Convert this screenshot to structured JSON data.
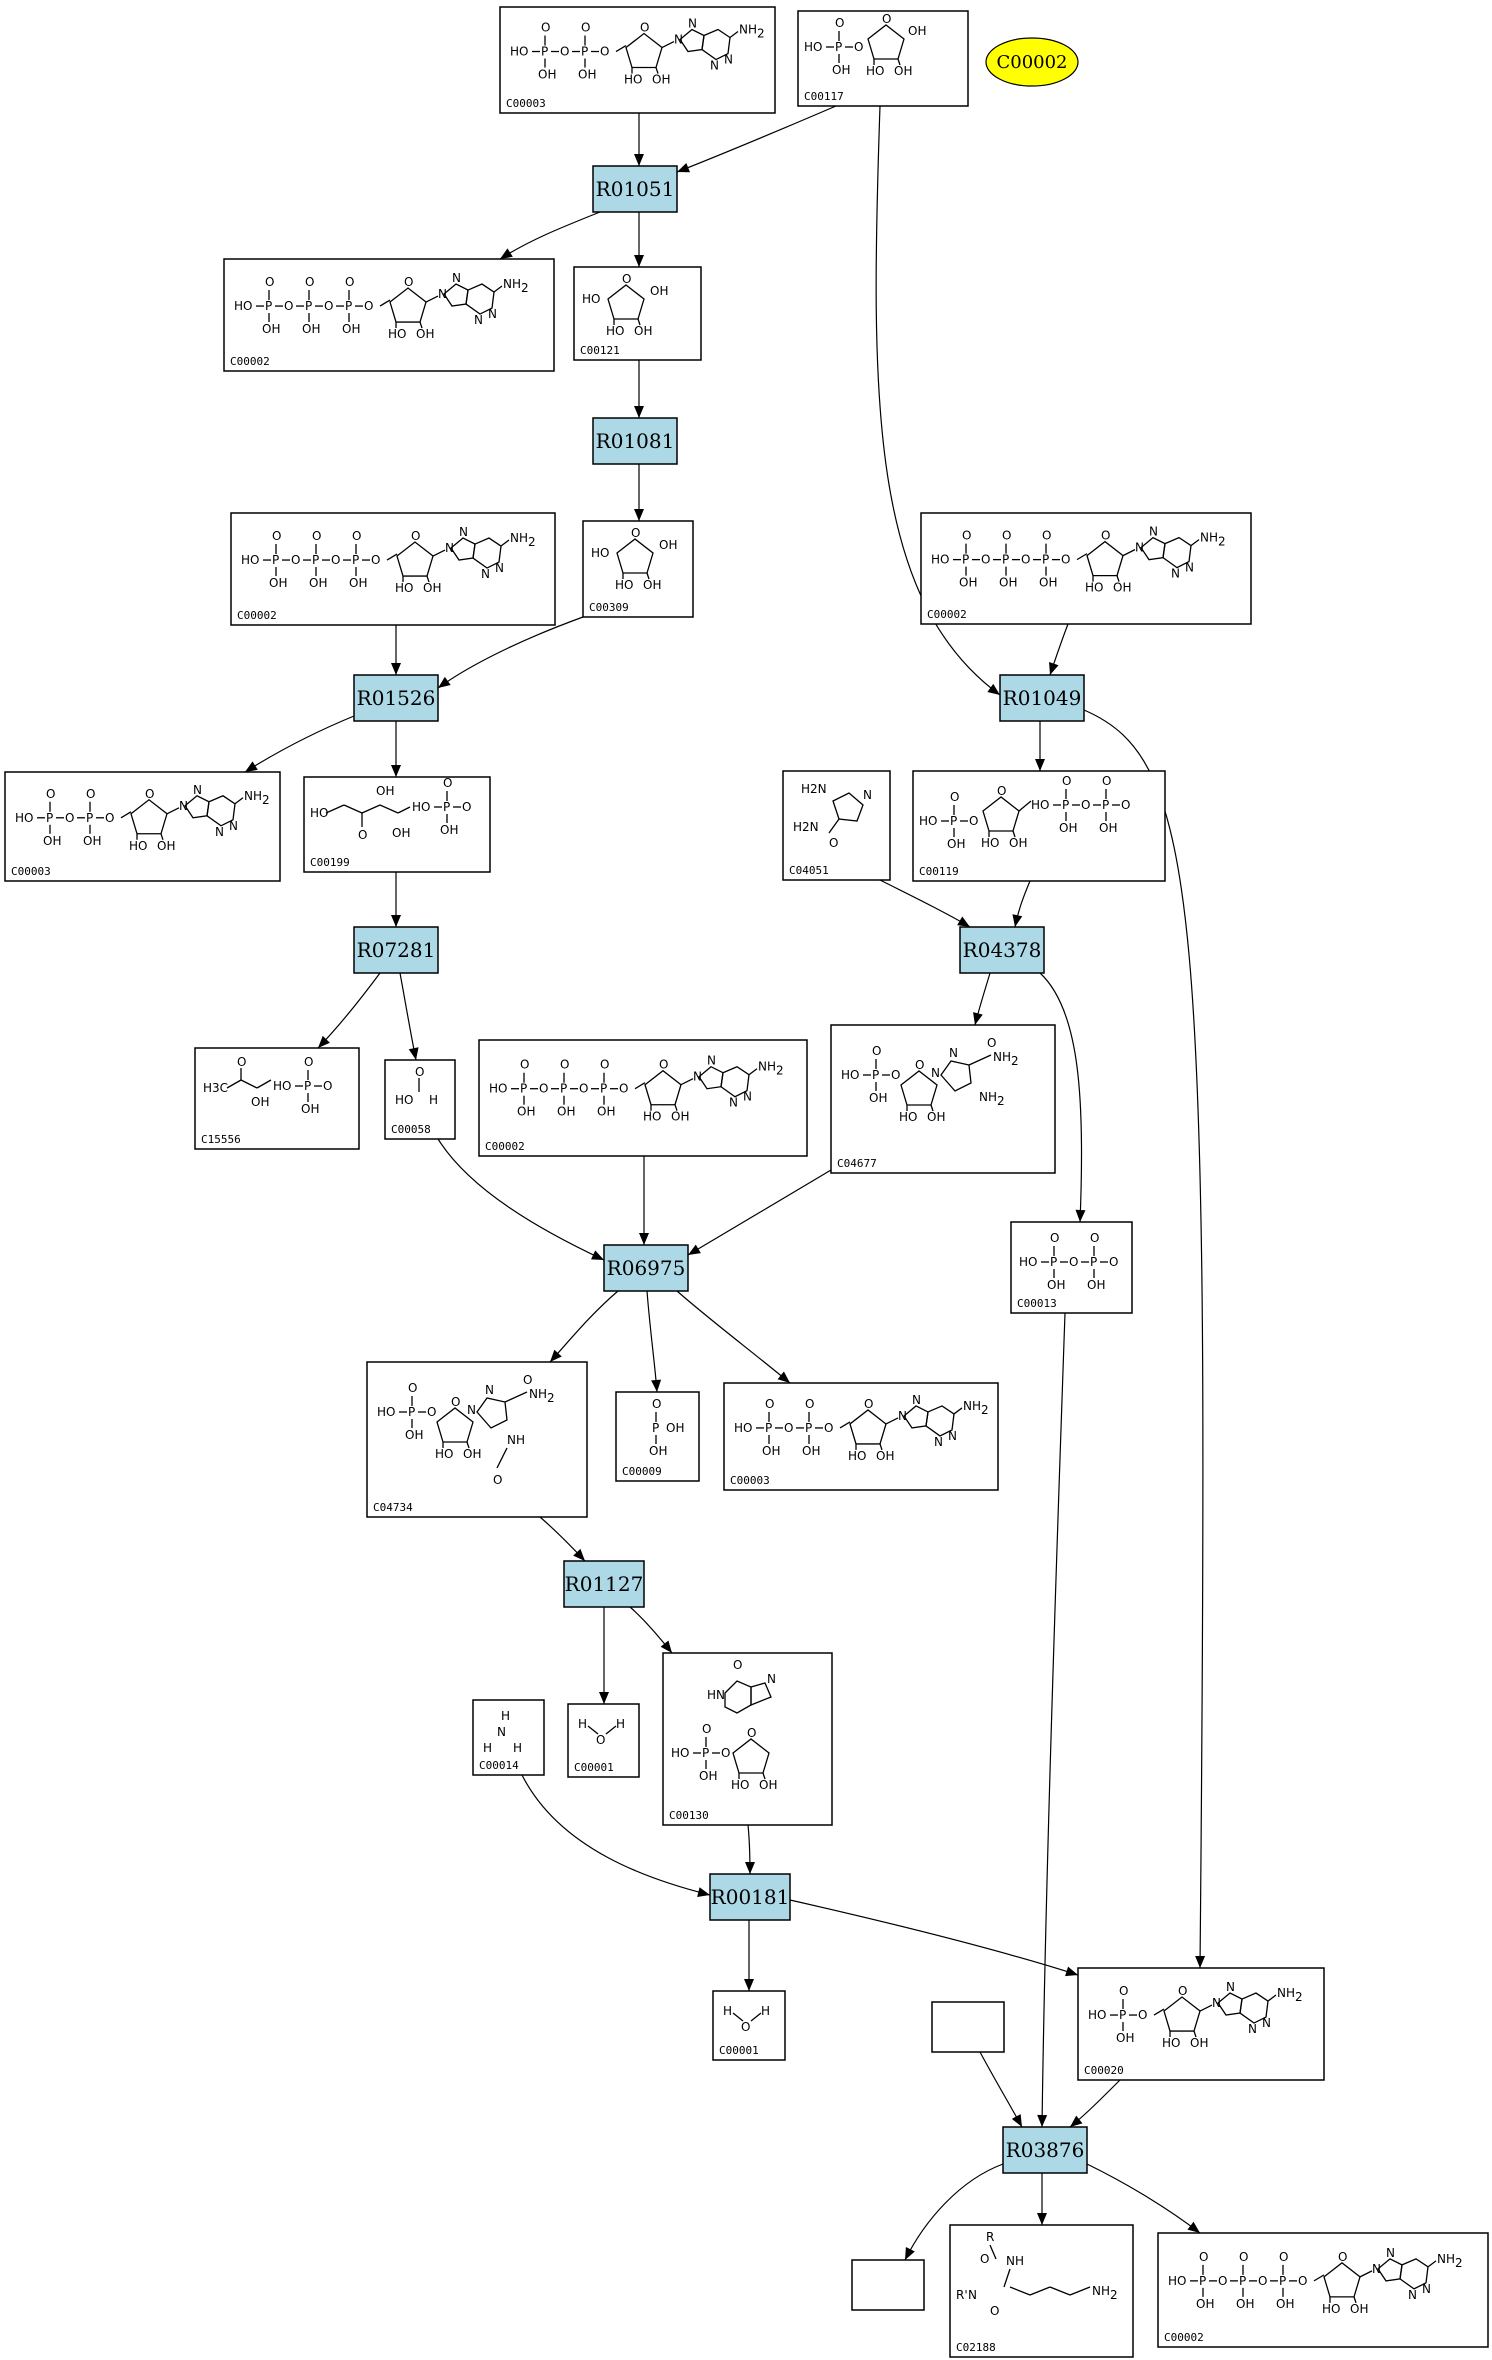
{
  "highlight": {
    "label": "C00002"
  },
  "reactions": [
    {
      "id": "r1",
      "label": "R01051"
    },
    {
      "id": "r2",
      "label": "R01081"
    },
    {
      "id": "r3",
      "label": "R01526"
    },
    {
      "id": "r4",
      "label": "R07281"
    },
    {
      "id": "r5",
      "label": "R06975"
    },
    {
      "id": "r6",
      "label": "R01127"
    },
    {
      "id": "r7",
      "label": "R00181"
    },
    {
      "id": "r8",
      "label": "R01049"
    },
    {
      "id": "r9",
      "label": "R04378"
    },
    {
      "id": "r10",
      "label": "R03876"
    }
  ],
  "compounds": [
    {
      "id": "c1",
      "label": "C00003",
      "kind": "nad"
    },
    {
      "id": "c2",
      "label": "C00117",
      "kind": "ribp"
    },
    {
      "id": "c3",
      "label": "C00002",
      "kind": "atp"
    },
    {
      "id": "c4",
      "label": "C00121",
      "kind": "ribose"
    },
    {
      "id": "c5",
      "label": "C00002",
      "kind": "atp"
    },
    {
      "id": "c6",
      "label": "C00309",
      "kind": "ribulose"
    },
    {
      "id": "c7",
      "label": "C00003",
      "kind": "nad"
    },
    {
      "id": "c8",
      "label": "C00199",
      "kind": "ru5p"
    },
    {
      "id": "c9",
      "label": "C15556",
      "kind": "c15556"
    },
    {
      "id": "c10",
      "label": "C00058",
      "kind": "formate"
    },
    {
      "id": "c11",
      "label": "C00002",
      "kind": "atp"
    },
    {
      "id": "c12",
      "label": "C04677",
      "kind": "aicar"
    },
    {
      "id": "c13",
      "label": "C04734",
      "kind": "faicar"
    },
    {
      "id": "c14",
      "label": "C00009",
      "kind": "pi"
    },
    {
      "id": "c15",
      "label": "C00003",
      "kind": "nad"
    },
    {
      "id": "c16",
      "label": "C00014",
      "kind": "nh3"
    },
    {
      "id": "c17",
      "label": "C00001",
      "kind": "water"
    },
    {
      "id": "c18",
      "label": "C00130",
      "kind": "imp"
    },
    {
      "id": "c19",
      "label": "C00001",
      "kind": "water"
    },
    {
      "id": "c20",
      "label": "C00002",
      "kind": "atp"
    },
    {
      "id": "c21",
      "label": "C04051",
      "kind": "aic"
    },
    {
      "id": "c22",
      "label": "C00119",
      "kind": "prpp"
    },
    {
      "id": "c23",
      "label": "C00013",
      "kind": "ppi"
    },
    {
      "id": "c24",
      "label": "C00020",
      "kind": "amp"
    },
    {
      "id": "c25",
      "label": "",
      "kind": "empty"
    },
    {
      "id": "c26",
      "label": "C02188",
      "kind": "lys"
    },
    {
      "id": "c27",
      "label": "",
      "kind": "empty"
    },
    {
      "id": "c28",
      "label": "C00002",
      "kind": "atp"
    }
  ]
}
